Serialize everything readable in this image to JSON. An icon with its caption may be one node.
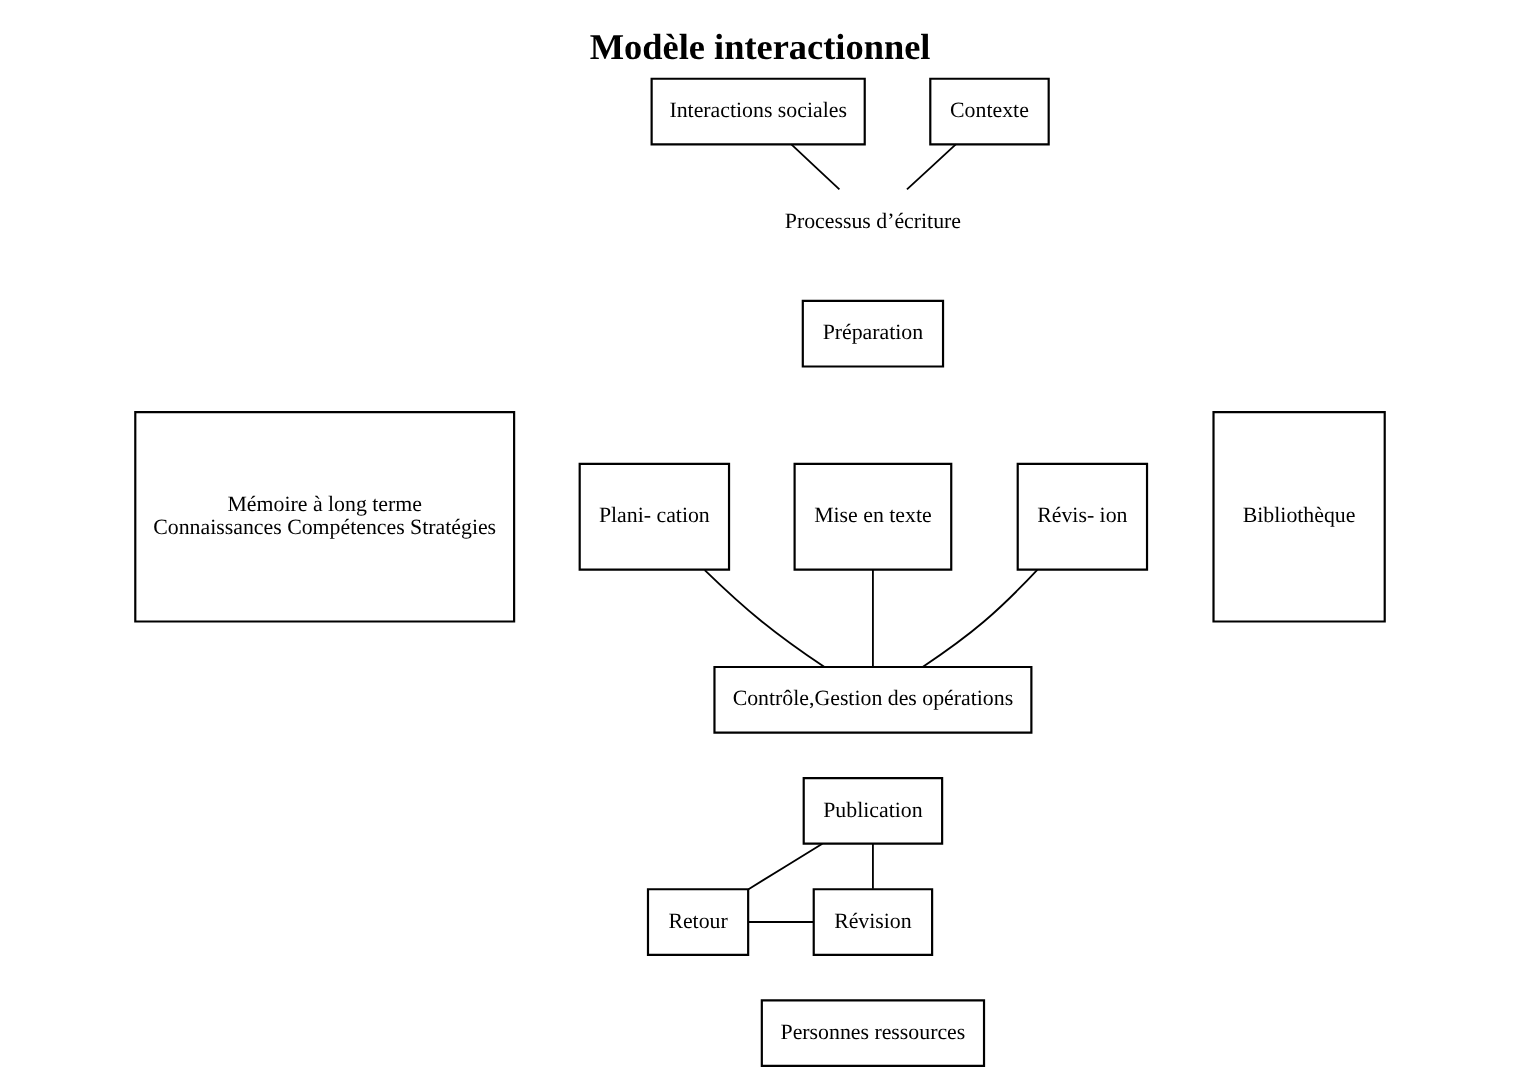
{
  "diagram": {
    "title": "Modèle interactionnel",
    "nodes": [
      {
        "text": [
          "Interactions sociales"
        ]
      },
      {
        "text": [
          "Contexte"
        ]
      },
      {
        "text": [
          "Processus d’écriture"
        ]
      },
      {
        "text": [
          "Préparation"
        ]
      },
      {
        "text": [
          "Mémoire à long terme",
          "Connaissances Compétences Stratégies"
        ]
      },
      {
        "text": [
          "Plani- cation"
        ]
      },
      {
        "text": [
          "Mise en texte"
        ]
      },
      {
        "text": [
          "Révis- ion"
        ]
      },
      {
        "text": [
          "Bibliothèque"
        ]
      },
      {
        "text": [
          "Contrôle,Gestion des opérations"
        ]
      },
      {
        "text": [
          "Publication"
        ]
      },
      {
        "text": [
          "Retour"
        ]
      },
      {
        "text": [
          "Révision"
        ]
      },
      {
        "text": [
          "Personnes ressources"
        ]
      }
    ],
    "edges": [
      {
        "from": 0,
        "to": 2,
        "arrow": "none"
      },
      {
        "from": 1,
        "to": 2,
        "arrow": "none"
      },
      {
        "from": 5,
        "to": 9,
        "arrow": "none"
      },
      {
        "from": 6,
        "to": 9,
        "arrow": "none"
      },
      {
        "from": 7,
        "to": 9,
        "arrow": "none"
      },
      {
        "from": 10,
        "to": 11,
        "arrow": "none"
      },
      {
        "from": 10,
        "to": 12,
        "arrow": "none"
      },
      {
        "from": 11,
        "to": 12,
        "arrow": "none"
      }
    ]
  }
}
